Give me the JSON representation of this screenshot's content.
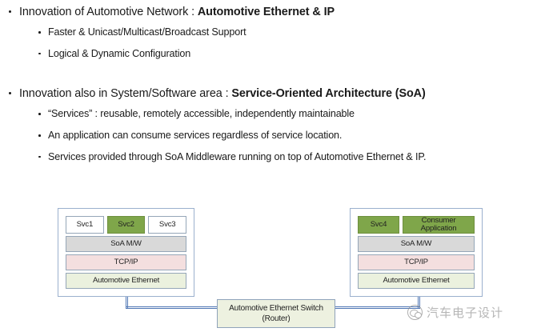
{
  "slide": {
    "bullets": [
      {
        "level": 1,
        "text_plain": "Innovation of Automotive Network : ",
        "text_bold": "Automotive Ethernet & IP"
      },
      {
        "level": 2,
        "text_plain": "Faster & Unicast/Multicast/Broadcast Support",
        "text_bold": ""
      },
      {
        "level": 2,
        "text_plain": "Logical & Dynamic Configuration",
        "text_bold": ""
      },
      {
        "level": 1,
        "text_plain": "Innovation also in System/Software area : ",
        "text_bold": "Service-Oriented Architecture (SoA)"
      },
      {
        "level": 2,
        "text_plain": "“Services” : reusable, remotely accessible, independently maintainable",
        "text_bold": ""
      },
      {
        "level": 2,
        "text_plain": "An application can consume services regardless of service location.",
        "text_bold": ""
      },
      {
        "level": 2,
        "text_plain": "Services provided through SoA Middleware running on top of Automotive Ethernet & IP.",
        "text_bold": ""
      }
    ]
  },
  "diagram": {
    "left_node": {
      "services": [
        {
          "label": "Svc1",
          "highlighted": false
        },
        {
          "label": "Svc2",
          "highlighted": true
        },
        {
          "label": "Svc3",
          "highlighted": false
        }
      ],
      "layers": [
        {
          "label": "SoA M/W",
          "color": "#D9D9D9"
        },
        {
          "label": "TCP/IP",
          "color": "#F4DFDF"
        },
        {
          "label": "Automotive Ethernet",
          "color": "#EBF1DE"
        }
      ]
    },
    "right_node": {
      "services": [
        {
          "label": "Svc4",
          "highlighted": true
        },
        {
          "label": "Consumer Application",
          "highlighted": true
        }
      ],
      "layers": [
        {
          "label": "SoA M/W",
          "color": "#D9D9D9"
        },
        {
          "label": "TCP/IP",
          "color": "#F4DFDF"
        },
        {
          "label": "Automotive Ethernet",
          "color": "#EBF1DE"
        }
      ]
    },
    "switch": {
      "line1": "Automotive Ethernet Switch",
      "line2": "(Router)"
    },
    "colors": {
      "service_highlight": "#7FA64A",
      "middleware": "#D9D9D9",
      "tcpip": "#F4DFDF",
      "ethernet": "#EBF1DE",
      "connector": "#4F76B4",
      "node_border": "#9BB0CE"
    }
  },
  "watermark": {
    "icon": "wechat-icon",
    "text": "汽车电子设计"
  }
}
